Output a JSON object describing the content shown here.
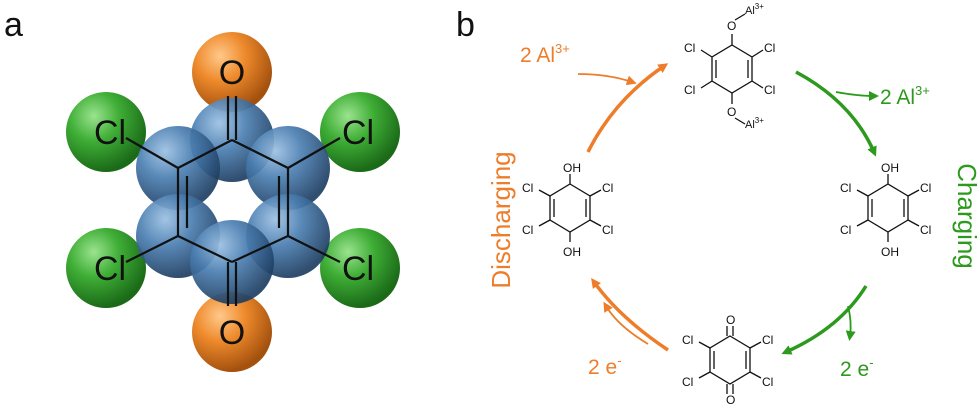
{
  "panel_a": {
    "label": "a",
    "atoms": {
      "oxygen": "O",
      "chlorine": "Cl"
    },
    "colors": {
      "oxygen": "#ee8a2c",
      "chlorine": "#3ea83a",
      "carbon": "#3f6e9e",
      "bond": "#111111"
    }
  },
  "panel_b": {
    "label": "b",
    "labels": {
      "discharging": "Discharging",
      "charging": "Charging",
      "al_in_prefix": "2 Al",
      "al_in_sup": "3+",
      "al_out_prefix": "2 Al",
      "al_out_sup": "3+",
      "e_in_prefix": "2 e",
      "e_in_sup": "-",
      "e_out_prefix": "2 e",
      "e_out_sup": "-"
    },
    "molecule_text": {
      "cl": "Cl",
      "oh": "OH",
      "o": "O",
      "al3": "Al",
      "al3_sup": "3+"
    },
    "colors": {
      "discharge": "#ee7d2a",
      "charge": "#2c9a1c",
      "line": "#111111"
    }
  }
}
